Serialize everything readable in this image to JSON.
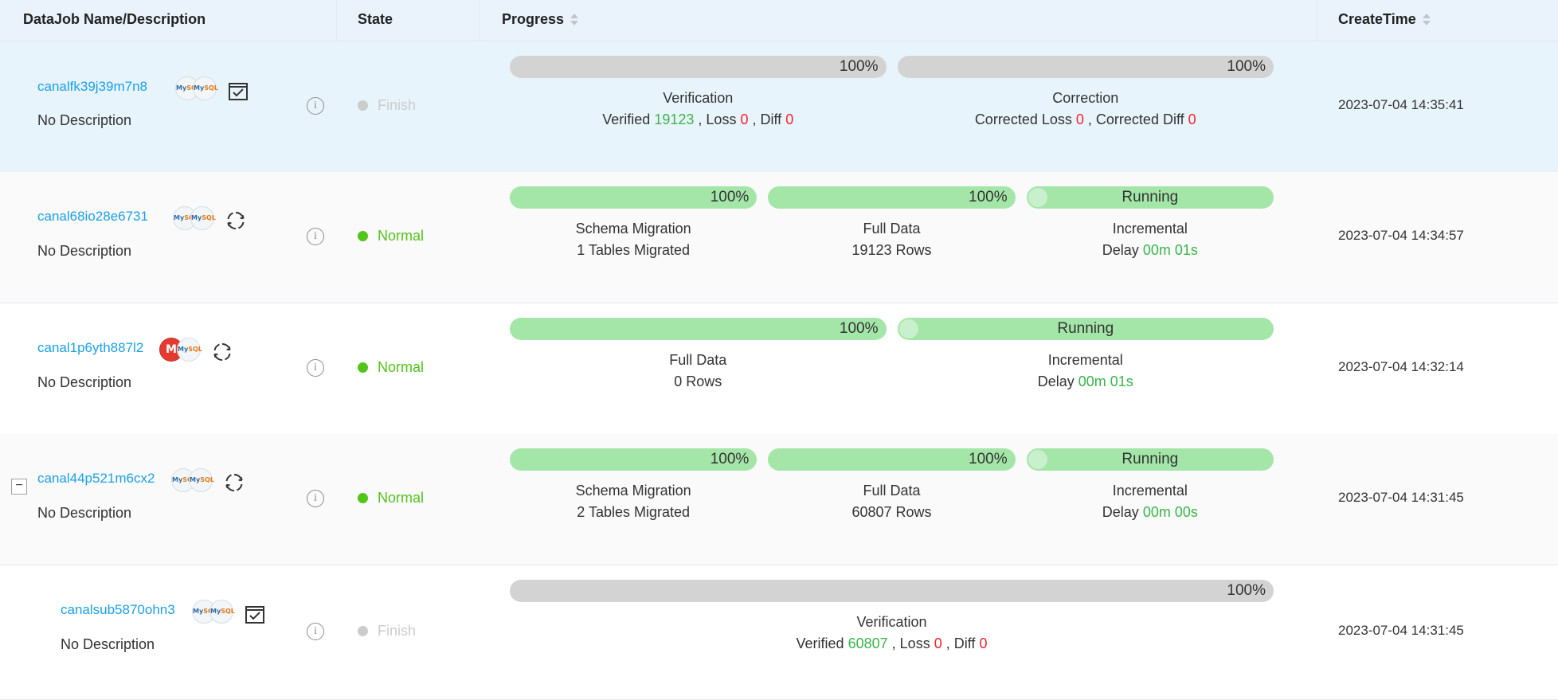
{
  "header": {
    "name": "DataJob Name/Description",
    "state": "State",
    "progress": "Progress",
    "create_time": "CreateTime"
  },
  "colors": {
    "link": "#1aa0e4",
    "normal": "#52c41a",
    "finish": "#cccccc",
    "bar_gray": "#d3d3d3",
    "bar_green": "#a3e6a8",
    "selected_row": "#e8f4fc"
  },
  "rows": [
    {
      "name": "canalfk39j39m7n8",
      "desc": "No Description",
      "state": "Finish",
      "type_icon": "verify-icon",
      "db_icons": [
        "MySQL",
        "MySQL"
      ],
      "time": "2023-07-04 14:35:41",
      "bars": [
        {
          "label": "100%"
        },
        {
          "label": "100%"
        }
      ],
      "stats": [
        {
          "title": "Verification",
          "a": "Verified",
          "a_val": "19123",
          "b": ", Loss",
          "b_val": "0",
          "c": ", Diff",
          "c_val": "0"
        },
        {
          "title": "Correction",
          "a": "Corrected Loss",
          "a_val": "0",
          "b": ", Corrected Diff",
          "b_val": "0"
        }
      ]
    },
    {
      "name": "canal68io28e6731",
      "desc": "No Description",
      "state": "Normal",
      "type_icon": "sync-icon",
      "db_icons": [
        "MySQL",
        "MySQL"
      ],
      "time": "2023-07-04 14:34:57",
      "bars": [
        {
          "label": "100%"
        },
        {
          "label": "100%"
        },
        {
          "label": "Running"
        }
      ],
      "stats": [
        {
          "title": "Schema Migration",
          "line": "1 Tables Migrated"
        },
        {
          "title": "Full Data",
          "line": "19123 Rows"
        },
        {
          "title": "Incremental",
          "a": "Delay",
          "a_val": "00m 01s"
        }
      ]
    },
    {
      "name": "canal1p6yth887l2",
      "desc": "No Description",
      "state": "Normal",
      "type_icon": "sync-icon",
      "db_icons": [
        "Magento",
        "MySQL"
      ],
      "time": "2023-07-04 14:32:14",
      "bars": [
        {
          "label": "100%"
        },
        {
          "label": "Running"
        }
      ],
      "stats": [
        {
          "title": "Full Data",
          "line": "0 Rows"
        },
        {
          "title": "Incremental",
          "a": "Delay",
          "a_val": "00m 01s"
        }
      ]
    },
    {
      "name": "canal44p521m6cx2",
      "desc": "No Description",
      "state": "Normal",
      "type_icon": "sync-icon",
      "db_icons": [
        "MySQL",
        "MySQL"
      ],
      "time": "2023-07-04 14:31:45",
      "expand": "−",
      "bars": [
        {
          "label": "100%"
        },
        {
          "label": "100%"
        },
        {
          "label": "Running"
        }
      ],
      "stats": [
        {
          "title": "Schema Migration",
          "line": "2 Tables Migrated"
        },
        {
          "title": "Full Data",
          "line": "60807 Rows"
        },
        {
          "title": "Incremental",
          "a": "Delay",
          "a_val": "00m 00s"
        }
      ]
    },
    {
      "name": "canalsub5870ohn3",
      "desc": "No Description",
      "state": "Finish",
      "type_icon": "verify-icon",
      "db_icons": [
        "MySQL",
        "MySQL"
      ],
      "time": "2023-07-04 14:31:45",
      "bars": [
        {
          "label": "100%"
        }
      ],
      "stats": [
        {
          "title": "Verification",
          "a": "Verified",
          "a_val": "60807",
          "b": ", Loss",
          "b_val": "0",
          "c": ", Diff",
          "c_val": "0"
        }
      ]
    }
  ]
}
